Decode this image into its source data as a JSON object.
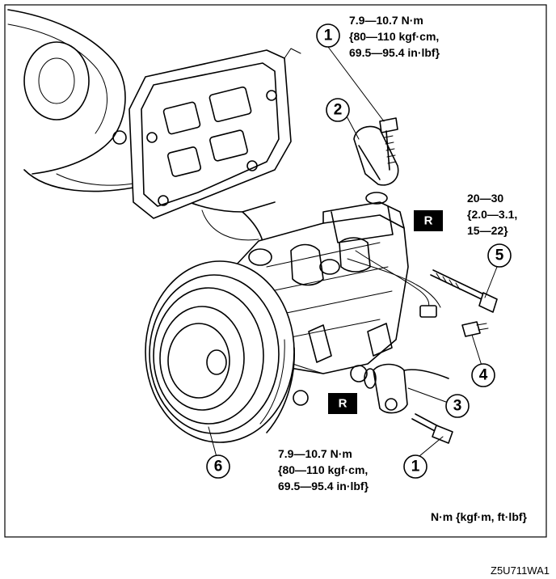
{
  "callouts": [
    "1",
    "2",
    "3",
    "4",
    "5",
    "6"
  ],
  "torque_top": [
    "7.9—10.7 N·m",
    "{80—110 kgf·cm,",
    "69.5—95.4 in·lbf}"
  ],
  "torque_right": [
    "20—30",
    "{2.0—3.1,",
    "15—22}"
  ],
  "torque_bottom": [
    "7.9—10.7 N·m",
    "{80—110 kgf·cm,",
    "69.5—95.4 in·lbf}"
  ],
  "replace_marker": "R",
  "units_note": "N·m {kgf·m, ft·lbf}",
  "figure_code": "Z5U711WA1"
}
